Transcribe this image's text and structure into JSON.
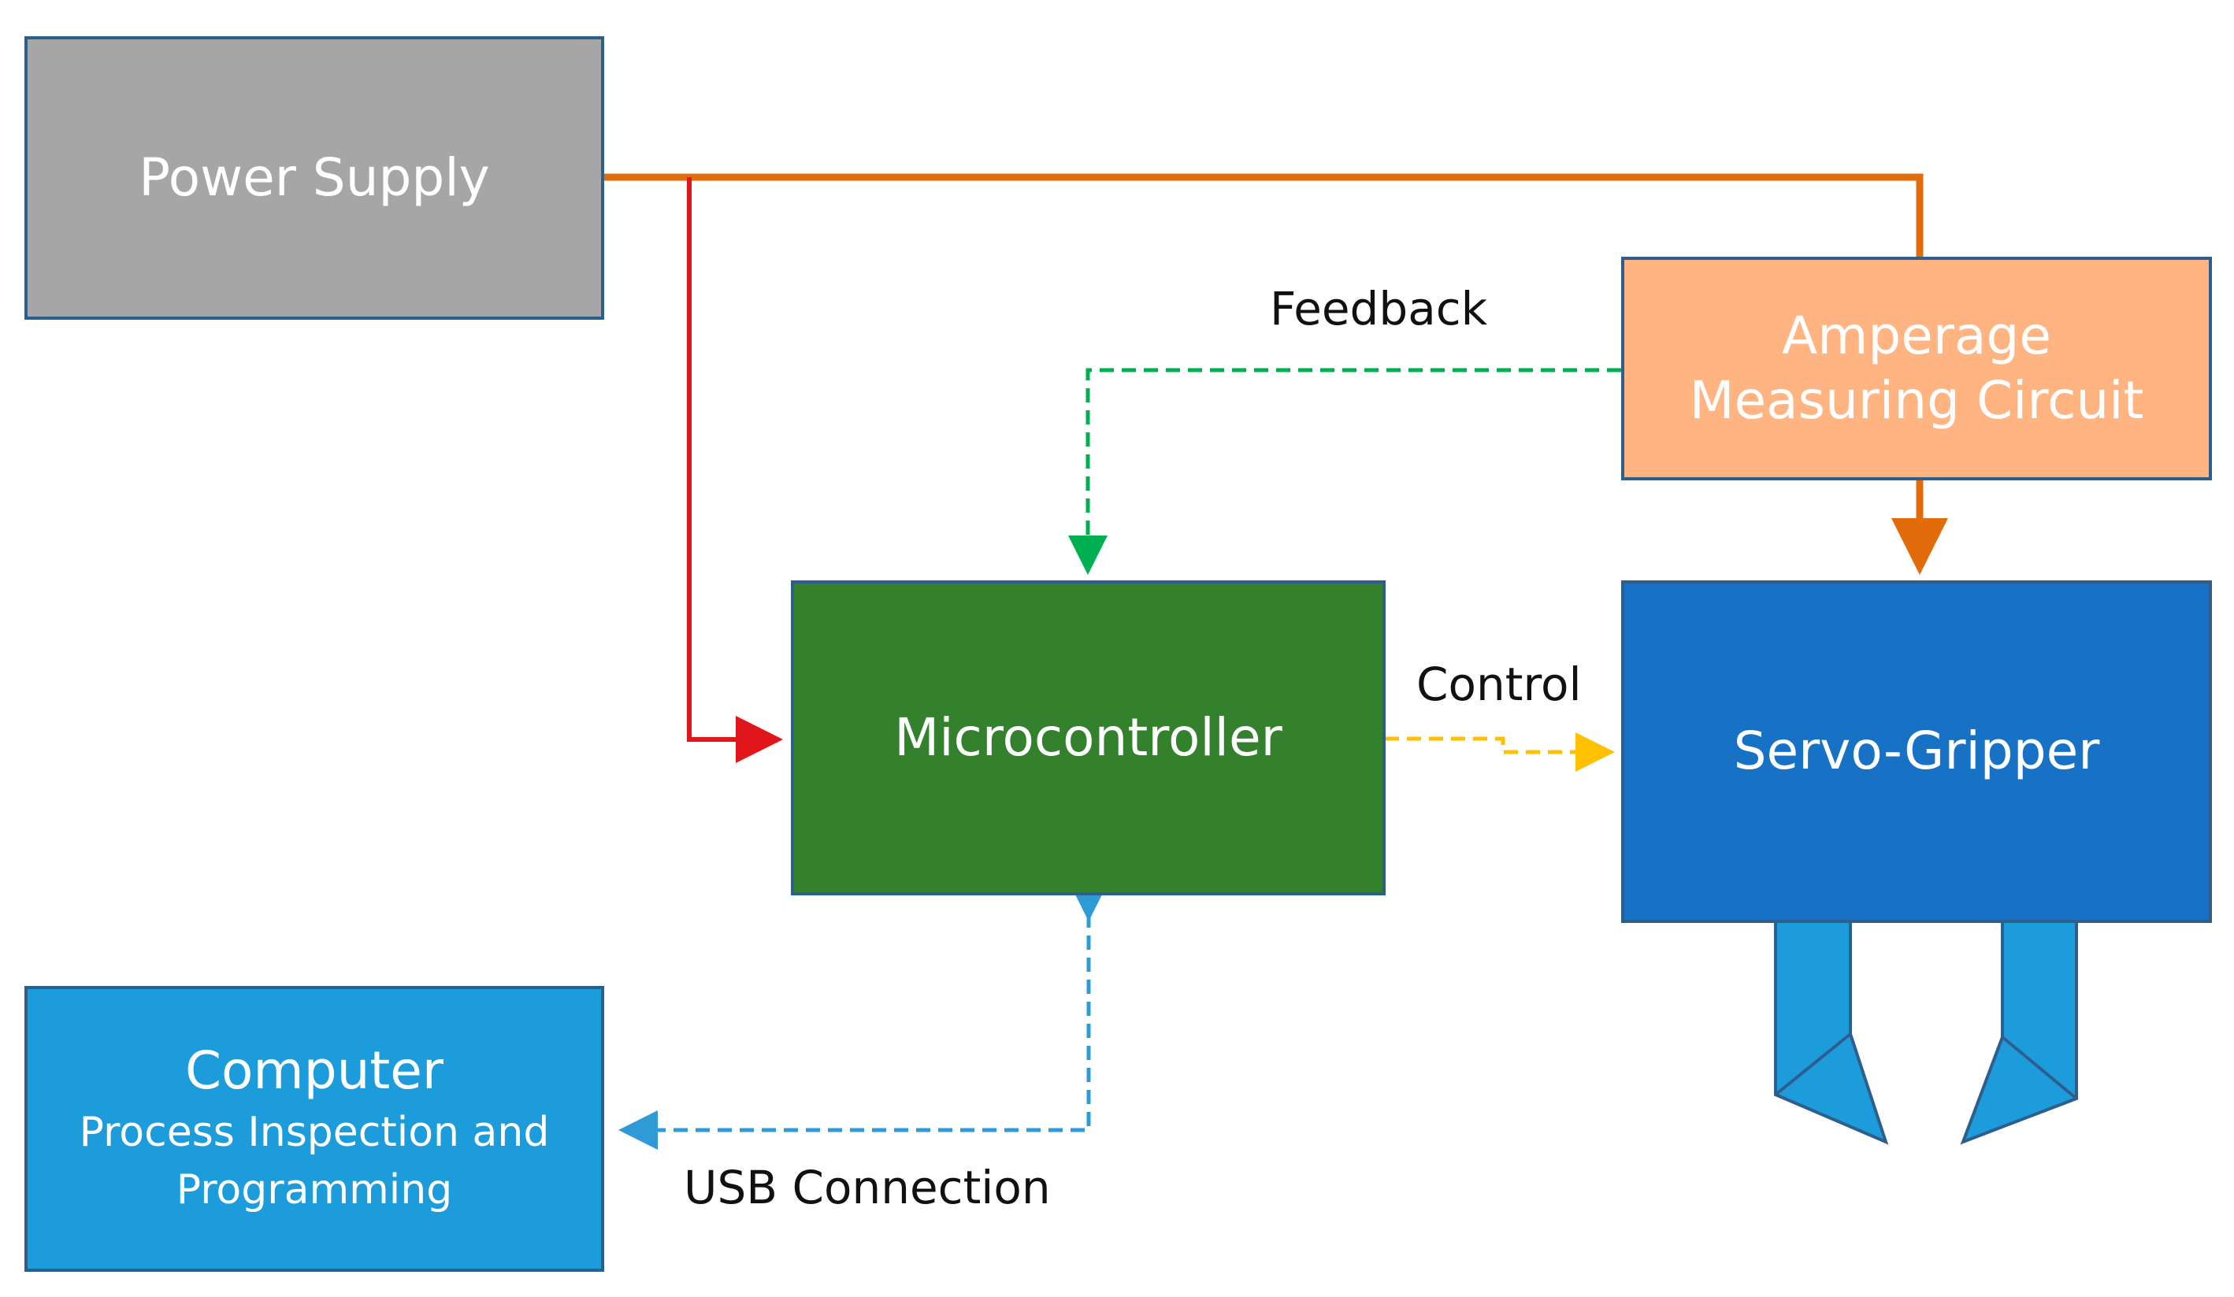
{
  "blocks": {
    "power_supply": {
      "title": "Power Supply",
      "fill": "#A6A6A6"
    },
    "amperage": {
      "title": "Amperage\nMeasuring Circuit",
      "fill": "#FFB482"
    },
    "microcontroller": {
      "title": "Microcontroller",
      "fill": "#33812C"
    },
    "servo_gripper": {
      "title": "Servo-Gripper",
      "fill": "#1772C6"
    },
    "computer": {
      "title": "Computer",
      "subtitle": "Process Inspection and\nProgramming",
      "fill": "#1C9CDA"
    }
  },
  "edge_labels": {
    "feedback": "Feedback",
    "control": "Control",
    "usb": "USB Connection"
  },
  "colors": {
    "power_line": "#E36C0A",
    "micro_power_line": "#E0161A",
    "feedback_line": "#00B050",
    "control_line": "#FFC000",
    "usb_line": "#2E9BD6",
    "block_border": "#2E5E8E",
    "gripper_fingers": "#1C9CDA"
  }
}
